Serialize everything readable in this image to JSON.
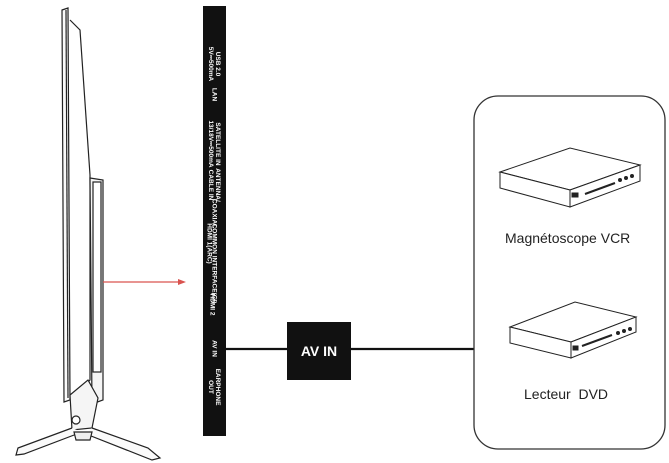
{
  "panel_labels": {
    "usb": "USB 2.0\n5V⎓500mA",
    "lan": "LAN",
    "satellite": "SATELLITE IN\n13/18V⎓500mA",
    "antenna": "ANTENNA/\nCABLE IN",
    "coaxial": "COAXIAL",
    "common_interface": "COMMON INTERFACE(CI)",
    "hdmi1": "HDMI 1(ARC)",
    "hdmi2": "HDMI 2",
    "av_in": "AV IN",
    "earphone": "EARPHONE\nOUT"
  },
  "connector_label": "AV IN",
  "devices": {
    "vcr_label": "Magnétoscope VCR",
    "dvd_label": "Lecteur  DVD"
  },
  "colors": {
    "panel": "#111111",
    "arrow": "#d9534f",
    "line": "#111111"
  }
}
